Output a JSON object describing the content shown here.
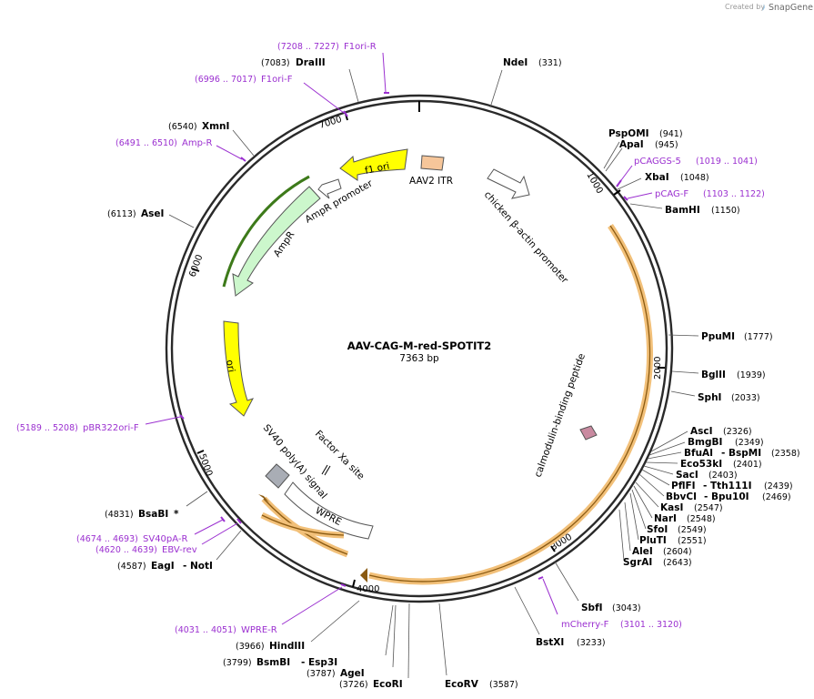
{
  "header": {
    "created_by": "Created by",
    "brand": "SnapGene"
  },
  "plasmid": {
    "name": "AAV-CAG-M-red-SPOTIT2",
    "size_label": "7363 bp"
  },
  "ticks": [
    "1000",
    "2000",
    "3000",
    "4000",
    "5000",
    "6000",
    "7000"
  ],
  "features": {
    "aav2_itr": "AAV2 ITR",
    "chicken_promoter": "chicken β-actin promoter",
    "calmodulin": "calmodulin-binding peptide",
    "wpre": "WPRE",
    "sv40": "SV40 poly(A) signal",
    "factor_xa": "Factor Xa site",
    "ori": "ori",
    "ampr": "AmpR",
    "ampr_promoter": "AmpR promoter",
    "f1_ori": "f1 ori"
  },
  "sites": [
    {
      "name": "NdeI",
      "pos": "(331)"
    },
    {
      "name": "PspOMI",
      "pos": "(941)"
    },
    {
      "name": "ApaI",
      "pos": "(945)"
    },
    {
      "name": "XbaI",
      "pos": "(1048)"
    },
    {
      "name": "BamHI",
      "pos": "(1150)"
    },
    {
      "name": "PpuMI",
      "pos": "(1777)"
    },
    {
      "name": "BglII",
      "pos": "(1939)"
    },
    {
      "name": "SphI",
      "pos": "(2033)"
    },
    {
      "name": "AscI",
      "pos": "(2326)"
    },
    {
      "name": "BmgBI",
      "pos": "(2349)"
    },
    {
      "name": "BfuAI",
      "name2": "- BspMI",
      "pos": "(2358)"
    },
    {
      "name": "Eco53kI",
      "pos": "(2401)"
    },
    {
      "name": "SacI",
      "pos": "(2403)"
    },
    {
      "name": "PflFI",
      "name2": "- Tth111I",
      "pos": "(2439)"
    },
    {
      "name": "BbvCI",
      "name2": "- Bpu10I",
      "pos": "(2469)"
    },
    {
      "name": "KasI",
      "pos": "(2547)"
    },
    {
      "name": "NarI",
      "pos": "(2548)"
    },
    {
      "name": "SfoI",
      "pos": "(2549)"
    },
    {
      "name": "PluTI",
      "pos": "(2551)"
    },
    {
      "name": "AleI",
      "pos": "(2604)"
    },
    {
      "name": "SgrAI",
      "pos": "(2643)"
    },
    {
      "name": "SbfI",
      "pos": "(3043)"
    },
    {
      "name": "BstXI",
      "pos": "(3233)"
    },
    {
      "name": "EcoRV",
      "pos": "(3587)"
    },
    {
      "name": "EcoRI",
      "pos": "(3726)"
    },
    {
      "name": "AgeI",
      "pos": "(3787)"
    },
    {
      "name": "BsmBI",
      "name2": "- Esp3I",
      "pos": "(3799)"
    },
    {
      "name": "HindIII",
      "pos": "(3966)"
    },
    {
      "name": "EagI",
      "name2": "- NotI",
      "pos": "(4587)"
    },
    {
      "name": "BsaBI",
      "name2": "*",
      "pos": "(4831)"
    },
    {
      "name": "AseI",
      "pos": "(6113)"
    },
    {
      "name": "XmnI",
      "pos": "(6540)"
    },
    {
      "name": "DraIII",
      "pos": "(7083)"
    }
  ],
  "primers": [
    {
      "name": "pCAGGS-5",
      "pos": "(1019 .. 1041)"
    },
    {
      "name": "pCAG-F",
      "pos": "(1103 .. 1122)"
    },
    {
      "name": "mCherry-F",
      "pos": "(3101 .. 3120)"
    },
    {
      "name": "WPRE-R",
      "pos": "(4031 .. 4051)"
    },
    {
      "name": "EBV-rev",
      "pos": "(4620 .. 4639)"
    },
    {
      "name": "SV40pA-R",
      "pos": "(4674 .. 4693)"
    },
    {
      "name": "pBR322ori-F",
      "pos": "(5189 .. 5208)"
    },
    {
      "name": "Amp-R",
      "pos": "(6491 .. 6510)"
    },
    {
      "name": "F1ori-F",
      "pos": "(6996 .. 7017)"
    },
    {
      "name": "F1ori-R",
      "pos": "(7208 .. 7227)"
    }
  ],
  "colors": {
    "backbone": "#2a2a2a",
    "primer": "#9b30d0",
    "orange_feature": "#f2c079",
    "orange_outline": "#8a5a12",
    "yellow": "#ffff00",
    "green_light": "#ccf7cc",
    "green_dark": "#3d7a1a",
    "itr": "#f6c69a",
    "tag": "#c98aa0",
    "grey_box": "#a9adb5"
  }
}
